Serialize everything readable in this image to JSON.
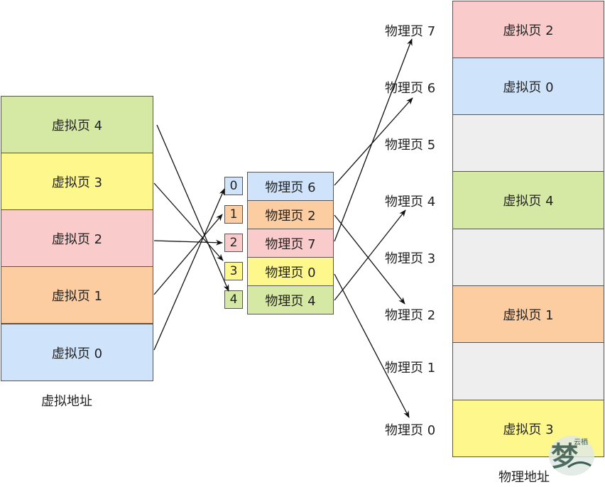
{
  "virtual_memory": {
    "caption": "虚拟地址",
    "pages": [
      "虚拟页 4",
      "虚拟页 3",
      "虚拟页 2",
      "虚拟页 1",
      "虚拟页 0"
    ]
  },
  "page_table": {
    "indexes": [
      "0",
      "1",
      "2",
      "3",
      "4"
    ],
    "entries": [
      "物理页 6",
      "物理页 2",
      "物理页 7",
      "物理页 0",
      "物理页 4"
    ]
  },
  "physical_memory": {
    "caption": "物理地址",
    "frame_labels": [
      "物理页 7",
      "物理页 6",
      "物理页 5",
      "物理页 4",
      "物理页 3",
      "物理页 2",
      "物理页 1",
      "物理页 0"
    ],
    "frames": [
      "虚拟页 2",
      "虚拟页 0",
      "",
      "虚拟页 4",
      "",
      "虚拟页 1",
      "",
      "虚拟页 3"
    ]
  },
  "watermark": {
    "text": "梦 云栖"
  },
  "colors": {
    "green": "#d5e8a4",
    "yellow": "#fef88c",
    "pink": "#f9cbcb",
    "orange": "#fccda0",
    "blue": "#cfe3fa",
    "gray": "#eeeeee",
    "border": "#555555",
    "arrow": "#111111"
  }
}
